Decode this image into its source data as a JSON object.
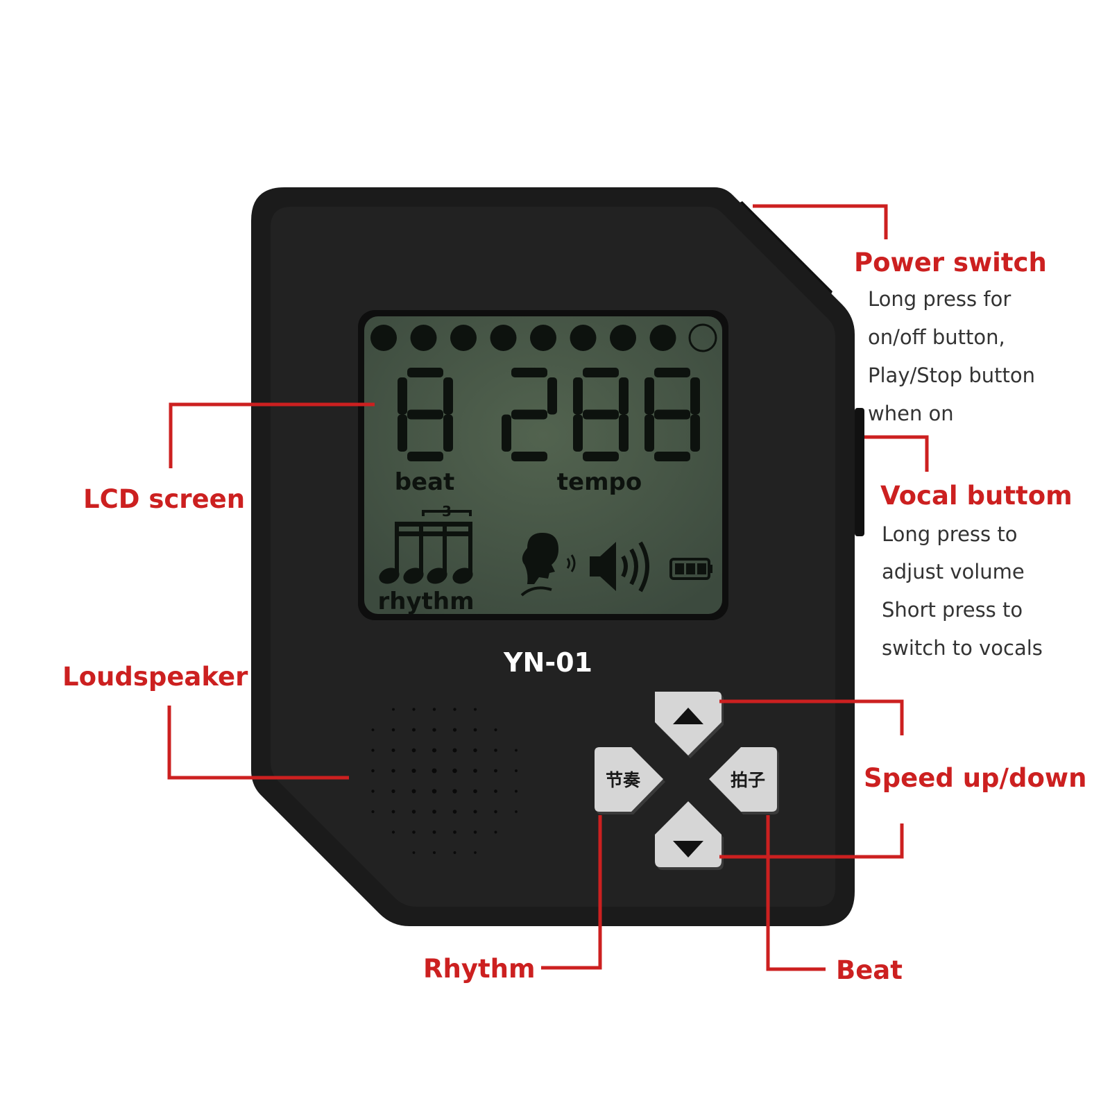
{
  "device": {
    "model": "YN-01",
    "lcd": {
      "digit_beat": "8",
      "digit_tempo": [
        "2",
        "8",
        "8"
      ],
      "label_beat": "beat",
      "label_tempo": "tempo",
      "label_rhythm": "rhythm",
      "triplet_mark": "3",
      "beat_dots_filled": 8,
      "beat_dots_total": 9
    },
    "buttons": {
      "rhythm_key": "节奏",
      "beat_key": "拍子"
    }
  },
  "callouts": {
    "power": {
      "title": "Power switch",
      "lines": [
        "Long press for",
        "on/off button,",
        "Play/Stop button",
        "when on"
      ]
    },
    "vocal": {
      "title": "Vocal buttom",
      "lines": [
        "Long press to",
        "adjust volume",
        "Short press to",
        "switch to vocals"
      ]
    },
    "lcd": {
      "title": "LCD screen"
    },
    "loudspeaker": {
      "title": "Loudspeaker"
    },
    "speed": {
      "title": "Speed up/down"
    },
    "rhythm": {
      "title": "Rhythm"
    },
    "beat": {
      "title": "Beat"
    }
  },
  "colors": {
    "accent": "#cc2020",
    "body": "#1c1c1c",
    "lcd_bg": "#46564a",
    "lcd_segment": "#0d120e",
    "button": "#d6d6d6",
    "description": "#333333"
  }
}
